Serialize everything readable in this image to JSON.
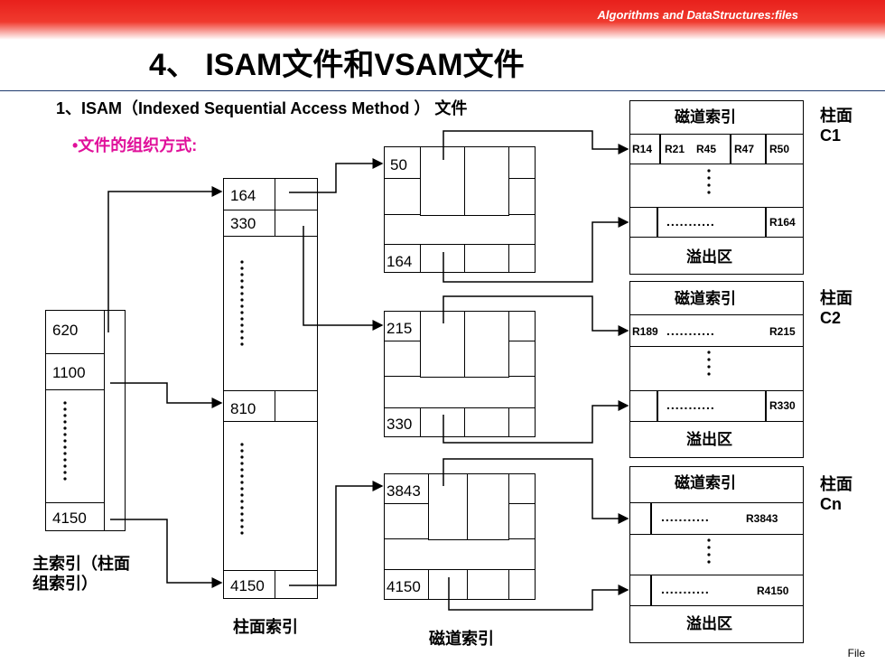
{
  "header": {
    "banner": "Algorithms and DataStructures:files"
  },
  "title": "4、 ISAM文件和VSAM文件",
  "subtitle": "1、ISAM（Indexed Sequential Access Method ） 文件",
  "bullet": "•文件的组织方式:",
  "master_index": {
    "keys": [
      "620",
      "1100",
      "4150"
    ],
    "label_line1": "主索引（柱面",
    "label_line2": "组索引）"
  },
  "cylinder_index": {
    "keys": [
      "164",
      "330",
      "810",
      "4150"
    ],
    "label": "柱面索引"
  },
  "track_index": {
    "group1": [
      "50",
      "164"
    ],
    "group2": [
      "215",
      "330"
    ],
    "group3": [
      "3843",
      "4150"
    ],
    "label": "磁道索引"
  },
  "cylinders": [
    {
      "track_index_label": "磁道索引",
      "records": [
        "R14",
        "R21",
        "R45",
        "R47",
        "R50"
      ],
      "overflow_record": "R164",
      "overflow_label": "溢出区",
      "cyl_label_line1": "柱面",
      "cyl_label_line2": "C1"
    },
    {
      "track_index_label": "磁道索引",
      "records": [
        "R189",
        "R215"
      ],
      "overflow_record": "R330",
      "overflow_label": "溢出区",
      "cyl_label_line1": "柱面",
      "cyl_label_line2": "C2"
    },
    {
      "track_index_label": "磁道索引",
      "records": [
        "R3843"
      ],
      "overflow_record": "R4150",
      "overflow_label": "溢出区",
      "cyl_label_line1": "柱面",
      "cyl_label_line2": "Cn"
    }
  ],
  "footer": "File"
}
